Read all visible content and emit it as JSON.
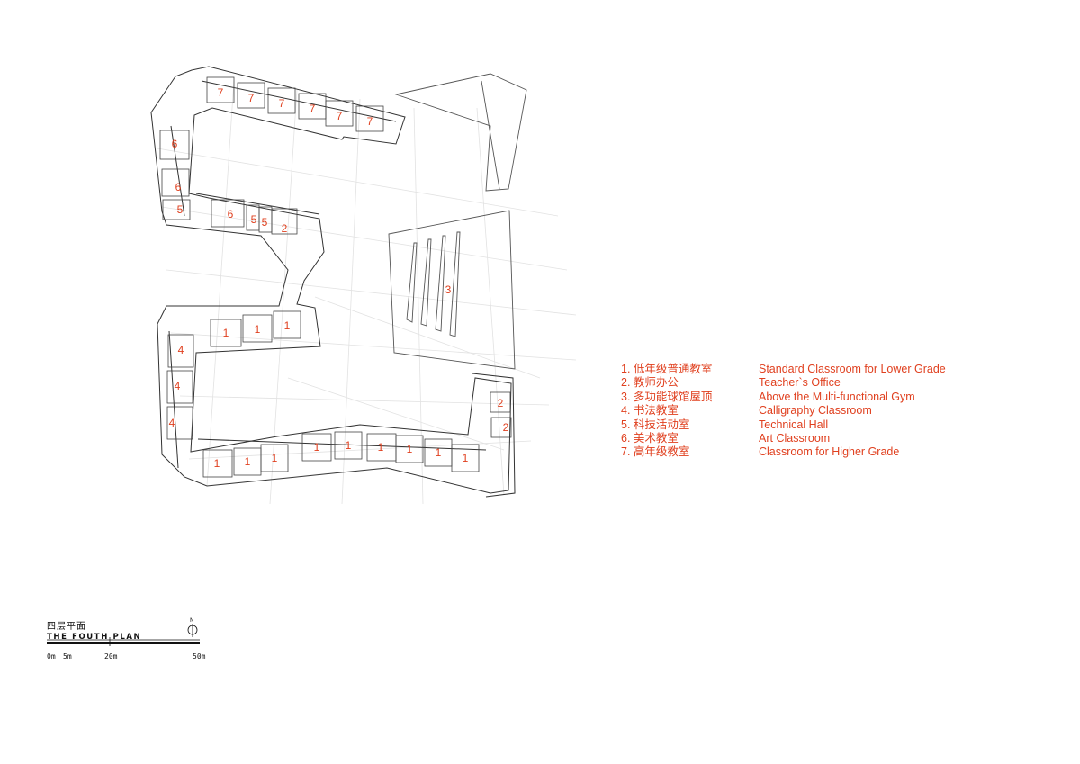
{
  "rooms": {
    "r7": "7",
    "r6": "6",
    "r5": "5",
    "r4": "4",
    "r3": "3",
    "r2": "2",
    "r1": "1"
  },
  "legend": [
    {
      "cn": "1. 低年级普通教室",
      "en": "Standard Classroom for Lower Grade"
    },
    {
      "cn": "2. 教师办公",
      "en": "Teacher`s Office"
    },
    {
      "cn": "3. 多功能球馆屋顶",
      "en": "Above the Multi-functional Gym"
    },
    {
      "cn": "4. 书法教室",
      "en": "Calligraphy Classroom"
    },
    {
      "cn": "5. 科技活动室",
      "en": "Technical Hall"
    },
    {
      "cn": "6. 美术教室",
      "en": "Art Classroom"
    },
    {
      "cn": "7. 高年级教室",
      "en": "Classroom for Higher Grade"
    }
  ],
  "title": {
    "cn": "四层平面",
    "en": "THE FOUTH PLAN"
  },
  "scale": {
    "s0": "0m",
    "s5": "5m",
    "s20": "20m",
    "s50": "50m"
  },
  "north": "N",
  "colors": {
    "accent": "#e0401f",
    "line": "#333333",
    "grid": "#d9d9d9"
  }
}
